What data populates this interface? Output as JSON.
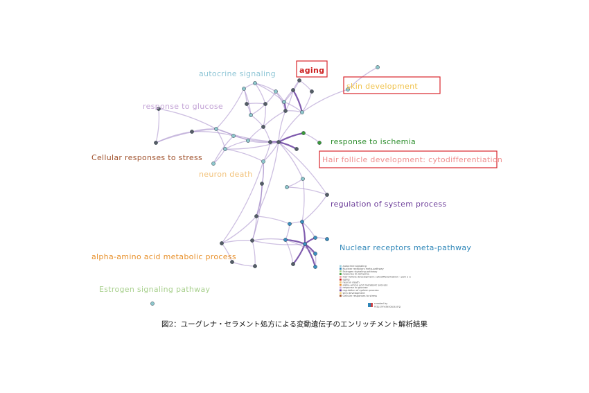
{
  "labels": {
    "autocrine": "autocrine signaling",
    "aging": "aging",
    "skin": "skin development",
    "glucose": "response to glucose",
    "stress": "Cellular responses to stress",
    "ischemia": "response to ischemia",
    "hair": "Hair follicle development: cytodifferentiation",
    "neuron": "neuron death",
    "regulation": "regulation of system process",
    "nuclear": "Nuclear receptors meta-pathway",
    "alpha": "alpha-amino acid metabolic process",
    "estrogen": "Estrogen signaling pathway"
  },
  "legend": {
    "items": [
      {
        "text": "autocrine signaling",
        "color": "#9fd0dc"
      },
      {
        "text": "Nuclear receptors meta-pathway",
        "color": "#2e86b8"
      },
      {
        "text": "Estrogen signaling pathway",
        "color": "#a8d08d"
      },
      {
        "text": "response to ischemia",
        "color": "#3a9a3a"
      },
      {
        "text": "Hair follicle development: cytodifferentiation - part 1 a",
        "color": "#f4a3a3"
      },
      {
        "text": "aging",
        "color": "#cc1f1f"
      },
      {
        "text": "neuron death",
        "color": "#f2c27a"
      },
      {
        "text": "alpha-amino acid metabolic process",
        "color": "#e8912c"
      },
      {
        "text": "response to glucose",
        "color": "#c9a8d8"
      },
      {
        "text": "regulation of system process",
        "color": "#6b3c98"
      },
      {
        "text": "skin development",
        "color": "#f5d27a"
      },
      {
        "text": "Cellular responses to stress",
        "color": "#a0522d"
      }
    ],
    "credit_line1": "created by",
    "credit_line2": "http://metascape.org"
  },
  "colors": {
    "edge": "#a48bc9",
    "edge_strong": "#6a3fa0",
    "highlight_box": "#d9262b",
    "node_dark": "#555d66",
    "node_blue": "#3a8fc0",
    "node_green": "#3a9a3a",
    "node_teal": "#8ec7cc"
  },
  "caption": "図2：ユーグレナ・セラメント処方による変動遺伝子のエンリッチメント解析結果"
}
